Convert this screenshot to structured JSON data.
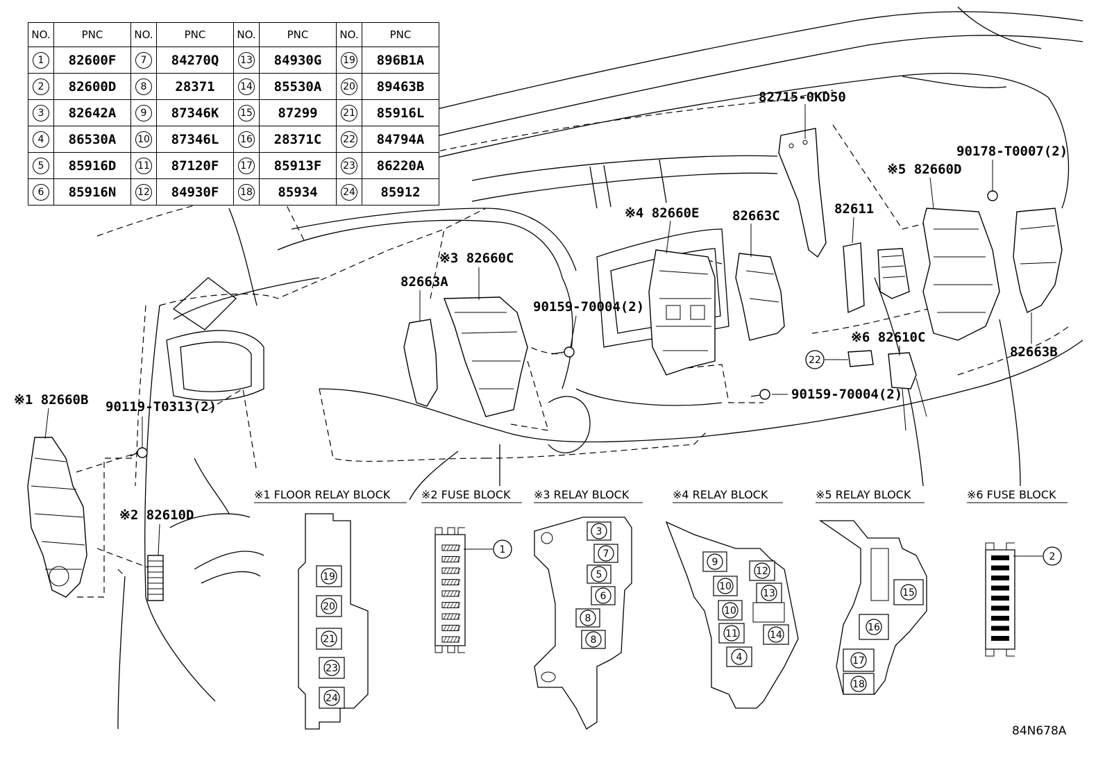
{
  "table": {
    "headers": [
      "NO.",
      "PNC",
      "NO.",
      "PNC",
      "NO.",
      "PNC",
      "NO.",
      "PNC"
    ],
    "rows": [
      [
        {
          "no": "1",
          "pnc": "82600F"
        },
        {
          "no": "7",
          "pnc": "84270Q"
        },
        {
          "no": "13",
          "pnc": "84930G"
        },
        {
          "no": "19",
          "pnc": "896B1A"
        }
      ],
      [
        {
          "no": "2",
          "pnc": "82600D"
        },
        {
          "no": "8",
          "pnc": "28371"
        },
        {
          "no": "14",
          "pnc": "85530A"
        },
        {
          "no": "20",
          "pnc": "89463B"
        }
      ],
      [
        {
          "no": "3",
          "pnc": "82642A"
        },
        {
          "no": "9",
          "pnc": "87346K"
        },
        {
          "no": "15",
          "pnc": "87299"
        },
        {
          "no": "21",
          "pnc": "85916L"
        }
      ],
      [
        {
          "no": "4",
          "pnc": "86530A"
        },
        {
          "no": "10",
          "pnc": "87346L"
        },
        {
          "no": "16",
          "pnc": "28371C"
        },
        {
          "no": "22",
          "pnc": "84794A"
        }
      ],
      [
        {
          "no": "5",
          "pnc": "85916D"
        },
        {
          "no": "11",
          "pnc": "87120F"
        },
        {
          "no": "17",
          "pnc": "85913F"
        },
        {
          "no": "23",
          "pnc": "86220A"
        }
      ],
      [
        {
          "no": "6",
          "pnc": "85916N"
        },
        {
          "no": "12",
          "pnc": "84930F"
        },
        {
          "no": "18",
          "pnc": "85934"
        },
        {
          "no": "24",
          "pnc": "85912"
        }
      ]
    ]
  },
  "parts": {
    "p_82715": "82715-0KD50",
    "p_90178": "90178-T0007(2)",
    "p_82660D": "※5 82660D",
    "p_82611": "82611",
    "p_82660E": "※4 82660E",
    "p_82663C": "82663C",
    "p_82660C": "※3 82660C",
    "p_82663A": "82663A",
    "p_90159a": "90159-70004(2)",
    "p_82610C": "※6 82610C",
    "p_82663B": "82663B",
    "p_90159b": "90159-70004(2)",
    "p_82660B": "※1 82660B",
    "p_90119": "90119-T0313(2)",
    "p_82610D": "※2 82610D"
  },
  "blocks": {
    "b1": "※1 FLOOR RELAY BLOCK",
    "b2": "※2 FUSE BLOCK",
    "b3": "※3 RELAY BLOCK",
    "b4": "※4 RELAY BLOCK",
    "b5": "※5 RELAY BLOCK",
    "b6": "※6 FUSE BLOCK"
  },
  "callouts": {
    "c1": "1",
    "c2": "2",
    "c3": "3",
    "c4": "4",
    "c5": "5",
    "c6": "6",
    "c7": "7",
    "c8a": "8",
    "c8b": "8",
    "c9": "9",
    "c10a": "10",
    "c10b": "10",
    "c11": "11",
    "c12": "12",
    "c13": "13",
    "c14": "14",
    "c15": "15",
    "c16": "16",
    "c17": "17",
    "c18": "18",
    "c19": "19",
    "c20": "20",
    "c21": "21",
    "c22": "22",
    "c23": "23",
    "c24": "24"
  },
  "figure_id": "84N678A"
}
